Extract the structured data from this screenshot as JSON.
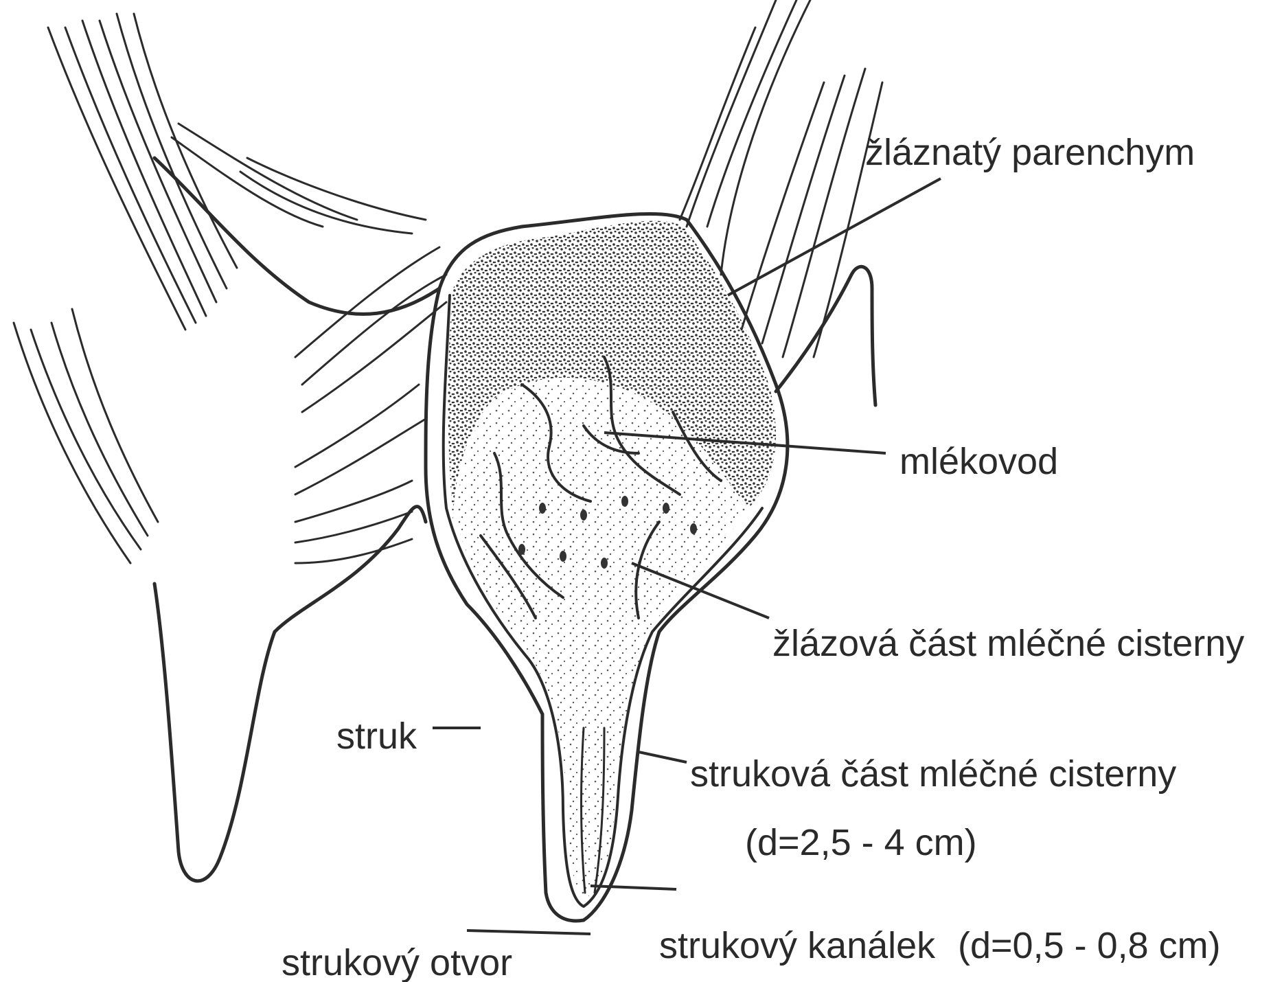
{
  "labels": {
    "parenchyma": "žláznatý parenchym",
    "milk_duct": "mlékovod",
    "gland_cistern": "žlázová část mléčné cisterny",
    "teat": "struk",
    "teat_cistern": "struková část mléčné cisterny",
    "teat_cistern_size": "(d=2,5 - 4 cm)",
    "teat_canal": "strukový kanálek",
    "teat_canal_size": "(d=0,5 - 0,8 cm)",
    "teat_opening": "strukový otvor"
  }
}
